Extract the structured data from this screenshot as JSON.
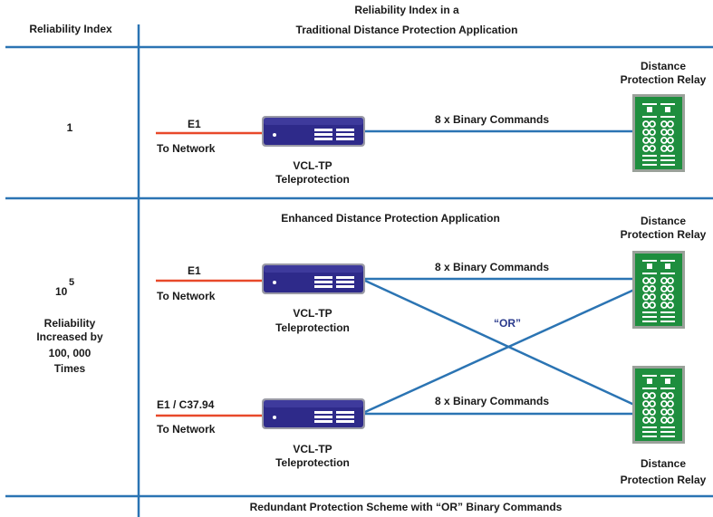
{
  "header": {
    "left": "Reliability Index",
    "right_line1": "Reliability Index in a",
    "right_line2": "Traditional Distance Protection Application"
  },
  "row1": {
    "index": "1",
    "e1": "E1",
    "to_network": "To Network",
    "device_line1": "VCL-TP",
    "device_line2": "Teleprotection",
    "commands": "8 x Binary Commands",
    "relay_line1": "Distance",
    "relay_line2": "Protection Relay"
  },
  "row2": {
    "title": "Enhanced Distance Protection Application",
    "index_base": "10",
    "index_exp": "5",
    "reliability_lines": [
      "Reliability",
      "Increased by",
      "100, 000",
      "Times"
    ],
    "top": {
      "e1": "E1",
      "to_network": "To Network",
      "device_line1": "VCL-TP",
      "device_line2": "Teleprotection",
      "commands": "8 x Binary Commands"
    },
    "bottom": {
      "e1": "E1 / C37.94",
      "to_network": "To Network",
      "device_line1": "VCL-TP",
      "device_line2": "Teleprotection",
      "commands": "8 x Binary Commands"
    },
    "or_label": "“OR”",
    "relay_top_line1": "Distance",
    "relay_top_line2": "Protection Relay",
    "relay_bottom_line1": "Distance",
    "relay_bottom_line2": "Protection Relay"
  },
  "footer": "Redundant Protection Scheme with “OR” Binary Commands",
  "colors": {
    "grid_line": "#2b74b3",
    "network_line": "#e8492a",
    "device_body": "#2e2a8a",
    "relay_body": "#1e8e3e"
  }
}
